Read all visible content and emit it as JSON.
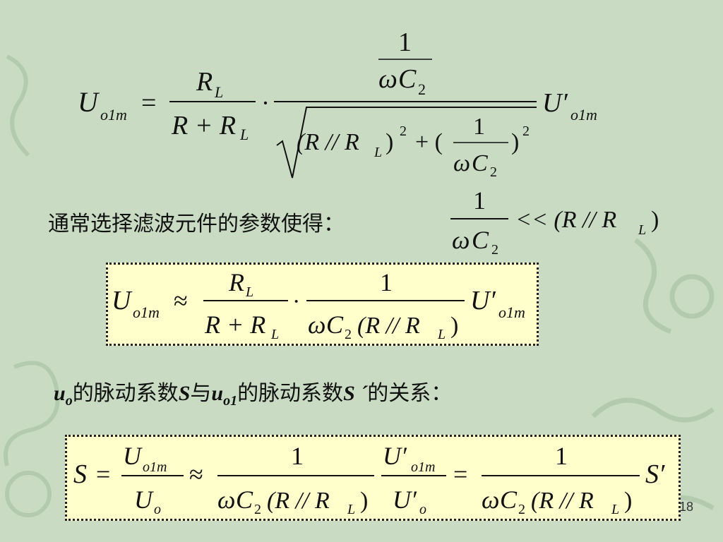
{
  "colors": {
    "background": "#c9dcc3",
    "box_fill": "#ffffcc",
    "ink": "#111111"
  },
  "eq1": {
    "lhs": "U",
    "lhs_sub": "o1m",
    "eq": "=",
    "frac_num": "R",
    "frac_num_sub": "L",
    "frac_den_a": "R + R",
    "frac_den_sub": "L",
    "dot": "·",
    "top_one": "1",
    "top_omega": "ω",
    "top_c": "C",
    "top_c_sub": "2",
    "root_left": "(R // R",
    "root_left_sub": "L",
    "root_close": ")",
    "sq": "2",
    "plus": "+ (",
    "inner_one": "1",
    "inner_omega": "ω",
    "inner_c": "C",
    "inner_c_sub": "2",
    "inner_close": ")",
    "rhs": "U′",
    "rhs_sub": "o1m"
  },
  "condition": {
    "text": "通常选择滤波元件的参数使得：",
    "one": "1",
    "omega": "ω",
    "c": "C",
    "c_sub": "2",
    "rel": "<< (R // R",
    "rel_sub": "L",
    "rel_close": ")"
  },
  "eq2": {
    "lhs": "U",
    "lhs_sub": "o1m",
    "approx": "≈",
    "n1": "R",
    "n1_sub": "L",
    "d1": "R + R",
    "d1_sub": "L",
    "dot": "·",
    "n2": "1",
    "d2_omega": "ω",
    "d2_c": "C",
    "d2_c_sub": "2",
    "d2_rest": "(R // R",
    "d2_rest_sub": "L",
    "d2_close": ")",
    "rhs": "U′",
    "rhs_sub": "o1m"
  },
  "relation": {
    "u": "u",
    "u_sub": "o",
    "t1": "的脉动系数",
    "s": "S",
    "t2": "与",
    "u1": "u",
    "u1_sub": "o1",
    "t3": "的脉动系数",
    "s2": "S ´",
    "t4": "的关系："
  },
  "eq3": {
    "lhs": "S",
    "eq": "=",
    "n1": "U",
    "n1_sub": "o1m",
    "d1": "U",
    "d1_sub": "o",
    "approx": "≈",
    "n2": "1",
    "d2_omega": "ω",
    "d2_c": "C",
    "d2_c_sub": "2",
    "d2_rest": "(R // R",
    "d2_rest_sub": "L",
    "d2_close": ")",
    "n3": "U′",
    "n3_sub": "o1m",
    "d3": "U′",
    "d3_sub": "o",
    "eq2": "=",
    "n4": "1",
    "d4_omega": "ω",
    "d4_c": "C",
    "d4_c_sub": "2",
    "d4_rest": "(R // R",
    "d4_rest_sub": "L",
    "d4_close": ")",
    "rhs": "S′"
  },
  "page_number": "18"
}
